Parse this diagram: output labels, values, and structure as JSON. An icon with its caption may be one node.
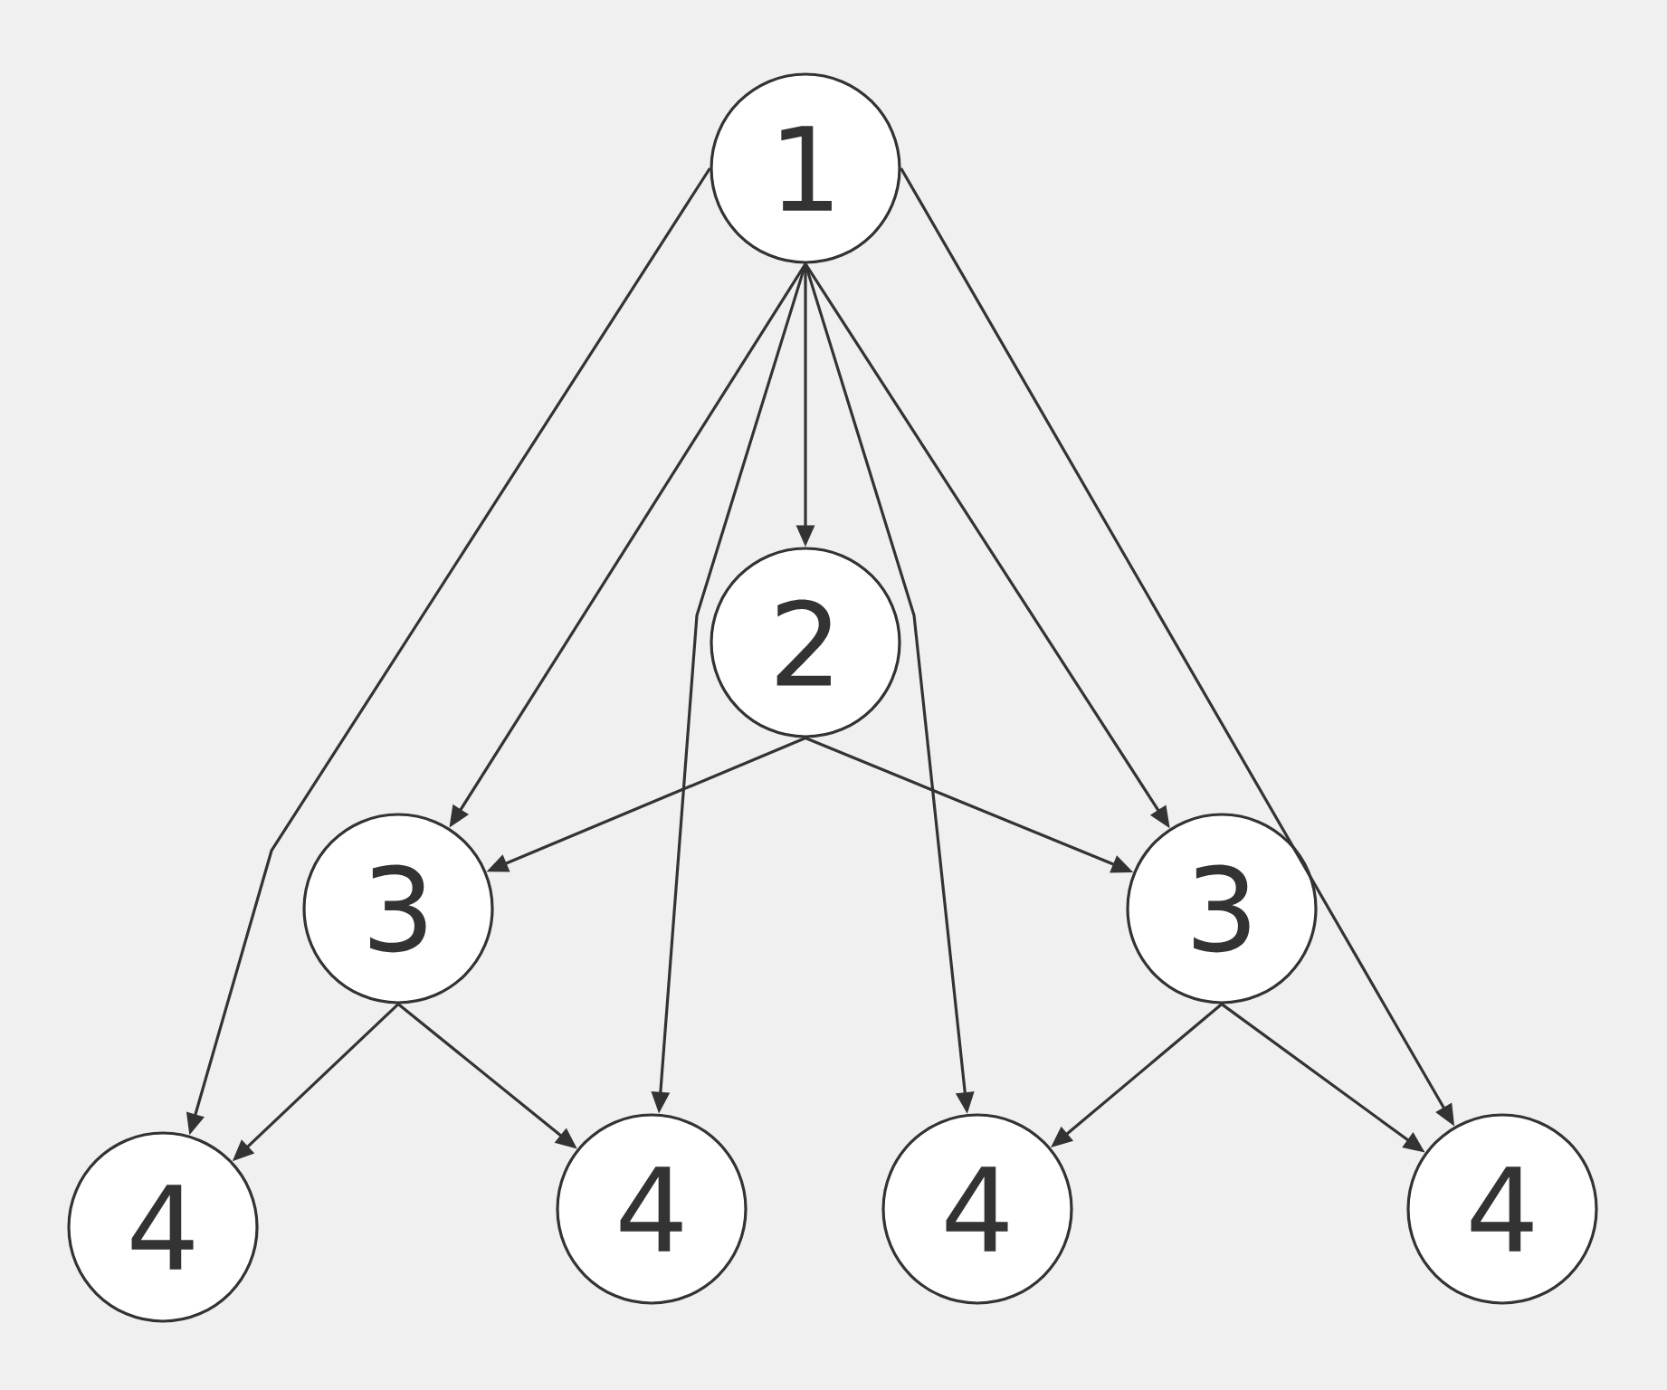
{
  "diagram": {
    "nodes": [
      {
        "text": [
          "1"
        ]
      },
      {
        "text": [
          "2"
        ]
      },
      {
        "text": [
          "3"
        ]
      },
      {
        "text": [
          "3"
        ]
      },
      {
        "text": [
          "4"
        ]
      },
      {
        "text": [
          "4"
        ]
      },
      {
        "text": [
          "4"
        ]
      },
      {
        "text": [
          "4"
        ]
      }
    ],
    "edges": [
      {
        "from": 0,
        "to": 1,
        "arrow": "to"
      },
      {
        "from": 0,
        "to": 2,
        "arrow": "to"
      },
      {
        "from": 0,
        "to": 3,
        "arrow": "to"
      },
      {
        "from": 0,
        "to": 4,
        "arrow": "to"
      },
      {
        "from": 0,
        "to": 5,
        "arrow": "to"
      },
      {
        "from": 0,
        "to": 6,
        "arrow": "to"
      },
      {
        "from": 0,
        "to": 7,
        "arrow": "to"
      },
      {
        "from": 1,
        "to": 2,
        "arrow": "to"
      },
      {
        "from": 1,
        "to": 3,
        "arrow": "to"
      },
      {
        "from": 2,
        "to": 4,
        "arrow": "to"
      },
      {
        "from": 2,
        "to": 5,
        "arrow": "to"
      },
      {
        "from": 3,
        "to": 6,
        "arrow": "to"
      },
      {
        "from": 3,
        "to": 7,
        "arrow": "to"
      }
    ]
  }
}
